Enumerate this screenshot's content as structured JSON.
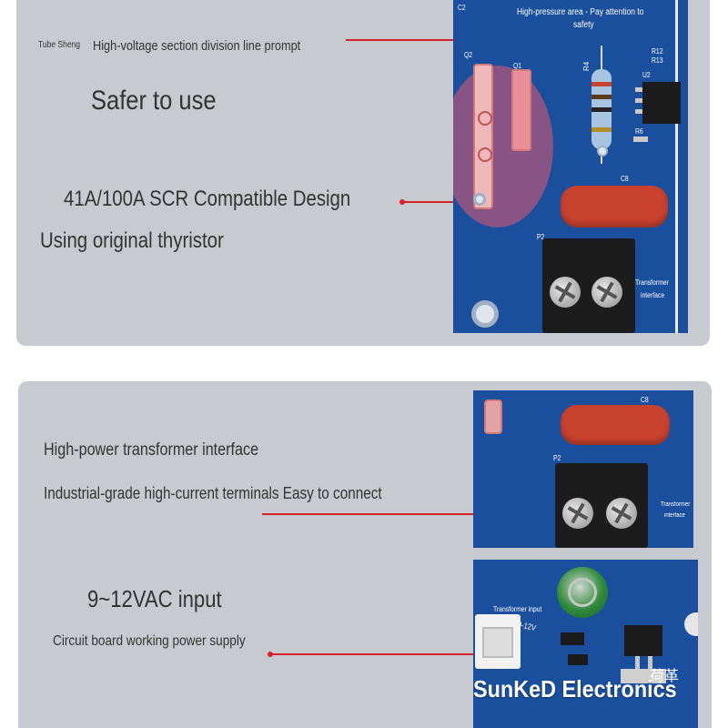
{
  "panel1": {
    "tube_label": "Tube Sheng",
    "division_line_prompt": "High-voltage section division line prompt",
    "safer_heading": "Safer to use",
    "scr_heading": "41A/100A SCR Compatible Design",
    "thyristor_text": "Using original thyristor",
    "pcb": {
      "pressure_note_line1": "High-pressure area - Pay attention to",
      "pressure_note_line2": "safety",
      "transformer_line1": "Transformer",
      "transformer_line2": "interface",
      "label_c2": "C2",
      "label_q2": "Q2",
      "label_q1": "Q1",
      "label_r4": "R4",
      "label_r12": "R12",
      "label_r13": "R13",
      "label_u2": "U2",
      "label_r6": "R6",
      "label_c8": "C8",
      "label_p2": "P2"
    }
  },
  "panel2": {
    "transformer_heading": "High-power transformer interface",
    "terminals_text": "Industrial-grade high-current terminals Easy to connect",
    "vac_heading": "9~12VAC input",
    "power_supply_text": "Circuit board working power supply",
    "pcb_top": {
      "label_c8": "C8",
      "label_p2": "P2",
      "transformer_line1": "Transformer",
      "transformer_line2": "interface"
    },
    "pcb_bottom": {
      "transformer_input": "Transformer input",
      "voltage_label": "9-12V",
      "chinese_mark": "荷革",
      "brand": "SunKeD Electronics"
    }
  },
  "colors": {
    "panel_bg": "#c7cbcf",
    "pcb_blue": "#1a4f9e",
    "accent_red": "#d6232a",
    "capacitor_red": "#c9422e"
  }
}
